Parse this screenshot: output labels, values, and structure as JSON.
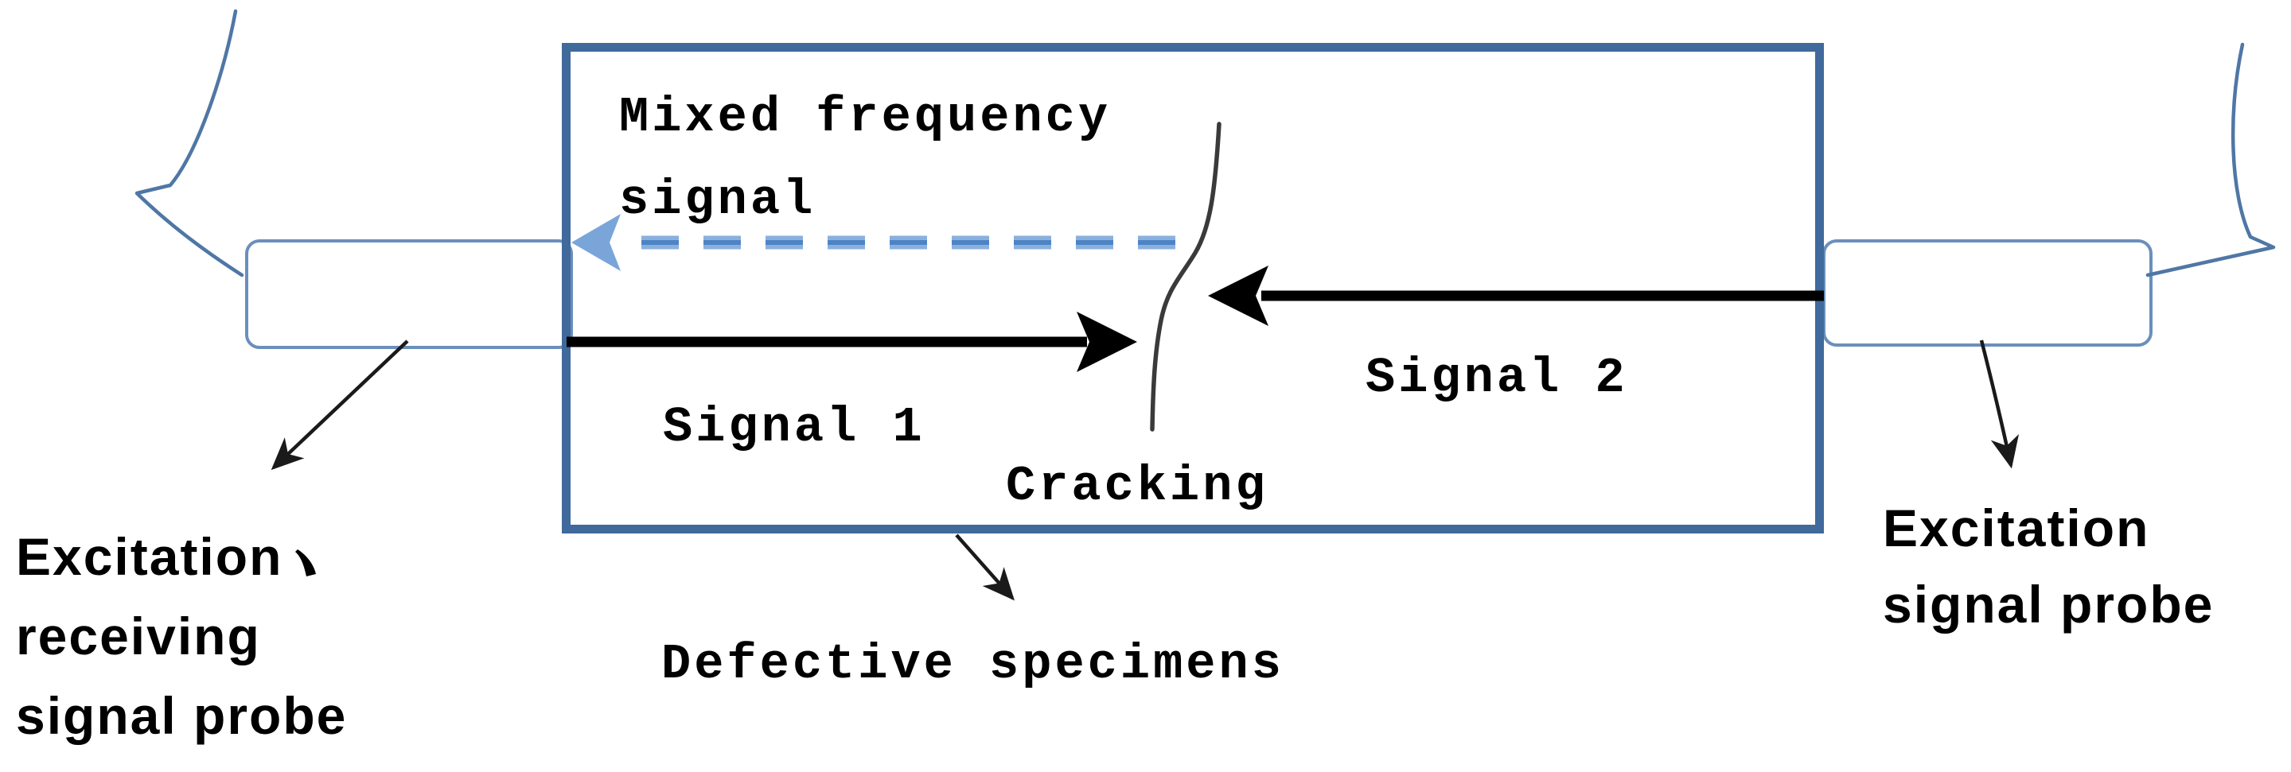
{
  "diagram_title": "ultrasonic-frequency-mixing-crack-detection-schematic",
  "specimen_box": {
    "label_line1": "Mixed frequency",
    "label_line2": "signal"
  },
  "labels": {
    "signal1": "Signal 1",
    "signal2": "Signal 2",
    "cracking": "Cracking",
    "defective_specimens": "Defective specimens",
    "left_probe": {
      "line1": "Excitation",
      "comma": "、",
      "line2": "receiving",
      "line3": "signal probe"
    },
    "right_probe": {
      "line1": "Excitation",
      "line2": "signal probe"
    }
  },
  "colors": {
    "background": "#ffffff",
    "box_border": "#40699c",
    "probe_border": "#6b8fbc",
    "dashed_arrow_light": "#8ab0de",
    "dashed_arrow_core": "#4e84c4",
    "dashed_arrowhead": "#7aa5d9",
    "signal_arrow": "#000000",
    "cable": "#4f77a5",
    "crack": "#3a3a3a",
    "pointer_arrow": "#1a1a1a",
    "label_text": "#000000"
  }
}
